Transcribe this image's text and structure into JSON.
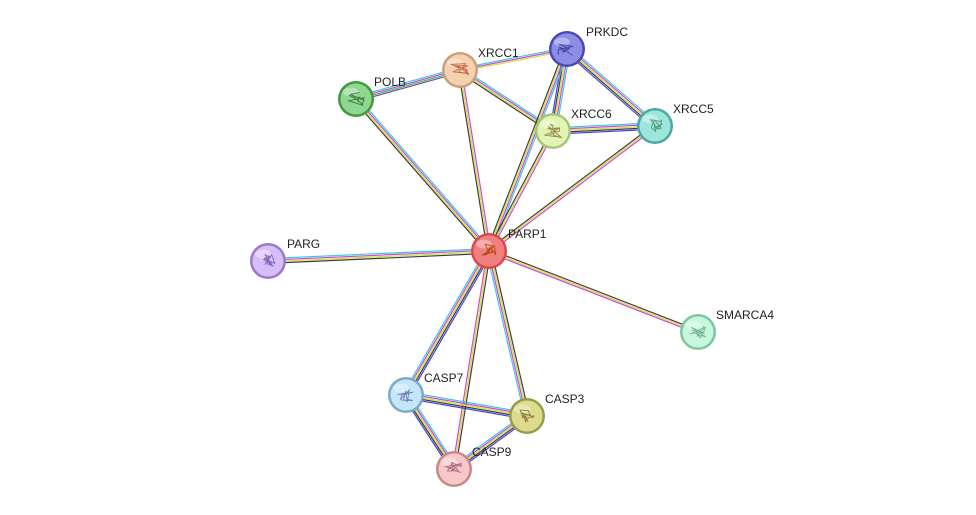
{
  "nodes": [
    {
      "id": "PARP1",
      "label": "PARP1",
      "color": "#f08080",
      "ring": "#d94a4a",
      "protein": "#b34000"
    },
    {
      "id": "XRCC1",
      "label": "XRCC1",
      "color": "#f4d2b0",
      "ring": "#c9a07a",
      "protein": "#c0503a"
    },
    {
      "id": "PRKDC",
      "label": "PRKDC",
      "color": "#8c8ee6",
      "ring": "#4a4ab0",
      "protein": "#3b3b9e"
    },
    {
      "id": "POLB",
      "label": "POLB",
      "color": "#8fd68f",
      "ring": "#3f9a3f",
      "protein": "#2f6b2f"
    },
    {
      "id": "XRCC6",
      "label": "XRCC6",
      "color": "#e2f4b4",
      "ring": "#a6c47a",
      "protein": "#8a7a3a"
    },
    {
      "id": "XRCC5",
      "label": "XRCC5",
      "color": "#9ee5dc",
      "ring": "#4aa9a0",
      "protein": "#3f8f6a"
    },
    {
      "id": "PARG",
      "label": "PARG",
      "color": "#d6bff6",
      "ring": "#9a7ac8",
      "protein": "#7a55b0"
    },
    {
      "id": "SMARCA4",
      "label": "SMARCA4",
      "color": "#c8f6dc",
      "ring": "#7cc8a0",
      "protein": "#6aa88a"
    },
    {
      "id": "CASP7",
      "label": "CASP7",
      "color": "#c4e6f8",
      "ring": "#7aaac4",
      "protein": "#6a6aa8"
    },
    {
      "id": "CASP3",
      "label": "CASP3",
      "color": "#dcdc8c",
      "ring": "#9a9a4a",
      "protein": "#7a6a3a"
    },
    {
      "id": "CASP9",
      "label": "CASP9",
      "color": "#f8c8c8",
      "ring": "#c48a8a",
      "protein": "#a85a7a"
    }
  ],
  "edges": [
    {
      "source": "POLB",
      "target": "XRCC1",
      "evidence": [
        "cyan",
        "magenta",
        "green",
        "purple"
      ]
    },
    {
      "source": "XRCC1",
      "target": "PRKDC",
      "evidence": [
        "cyan",
        "magenta",
        "lime"
      ]
    },
    {
      "source": "XRCC1",
      "target": "XRCC6",
      "evidence": [
        "cyan",
        "magenta",
        "lime",
        "black"
      ]
    },
    {
      "source": "PRKDC",
      "target": "XRCC6",
      "evidence": [
        "cyan",
        "magenta",
        "lime",
        "black",
        "blue"
      ]
    },
    {
      "source": "PRKDC",
      "target": "XRCC5",
      "evidence": [
        "cyan",
        "magenta",
        "lime",
        "black",
        "blue"
      ]
    },
    {
      "source": "XRCC6",
      "target": "XRCC5",
      "evidence": [
        "cyan",
        "magenta",
        "lime",
        "black",
        "blue"
      ]
    },
    {
      "source": "POLB",
      "target": "PARP1",
      "evidence": [
        "cyan",
        "magenta",
        "lime",
        "black"
      ]
    },
    {
      "source": "XRCC1",
      "target": "PARP1",
      "evidence": [
        "magenta",
        "lime",
        "black"
      ]
    },
    {
      "source": "PRKDC",
      "target": "PARP1",
      "evidence": [
        "cyan",
        "magenta",
        "lime",
        "black"
      ]
    },
    {
      "source": "XRCC6",
      "target": "PARP1",
      "evidence": [
        "magenta",
        "lime",
        "black"
      ]
    },
    {
      "source": "XRCC5",
      "target": "PARP1",
      "evidence": [
        "magenta",
        "lime",
        "black"
      ]
    },
    {
      "source": "PARG",
      "target": "PARP1",
      "evidence": [
        "cyan",
        "magenta",
        "lime",
        "black"
      ]
    },
    {
      "source": "SMARCA4",
      "target": "PARP1",
      "evidence": [
        "magenta",
        "lime",
        "black"
      ]
    },
    {
      "source": "CASP7",
      "target": "PARP1",
      "evidence": [
        "cyan",
        "magenta",
        "lime",
        "black",
        "blue"
      ]
    },
    {
      "source": "CASP3",
      "target": "PARP1",
      "evidence": [
        "cyan",
        "magenta",
        "lime",
        "black"
      ]
    },
    {
      "source": "CASP9",
      "target": "PARP1",
      "evidence": [
        "magenta",
        "lime",
        "black"
      ]
    },
    {
      "source": "CASP7",
      "target": "CASP3",
      "evidence": [
        "cyan",
        "magenta",
        "lime",
        "black",
        "blue"
      ]
    },
    {
      "source": "CASP7",
      "target": "CASP9",
      "evidence": [
        "cyan",
        "magenta",
        "lime",
        "black",
        "blue"
      ]
    },
    {
      "source": "CASP9",
      "target": "CASP3",
      "evidence": [
        "cyan",
        "magenta",
        "lime",
        "black",
        "blue"
      ]
    }
  ],
  "evidence_colors": {
    "cyan": "#2ec6e8",
    "magenta": "#d23ad2",
    "lime": "#c8e02a",
    "green": "#3ab83a",
    "black": "#333333",
    "blue": "#3a3ae0",
    "purple": "#6e4aa0"
  }
}
